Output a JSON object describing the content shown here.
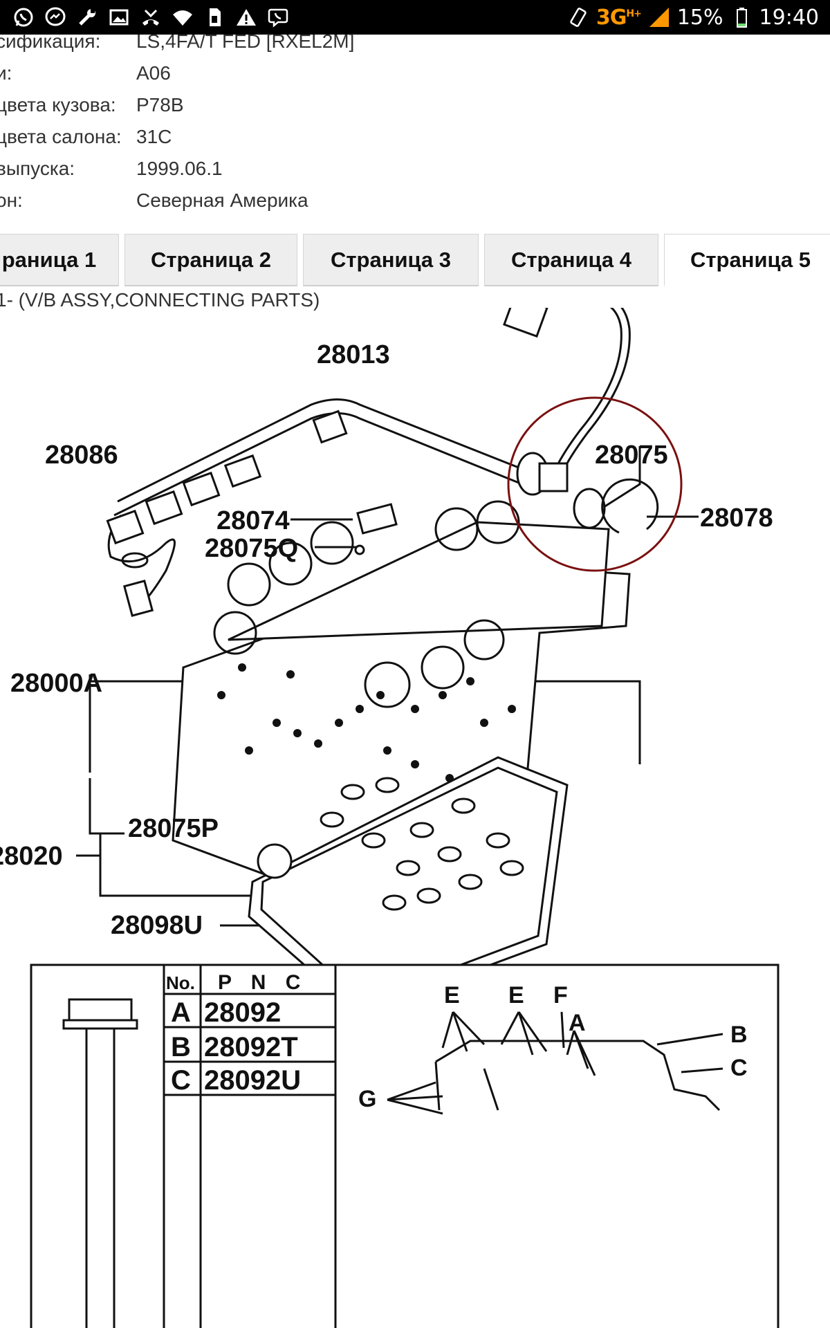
{
  "status_bar": {
    "network": "3G",
    "network_sup": "H+",
    "battery": "15%",
    "time": "19:40"
  },
  "info": [
    {
      "label": "сификация:",
      "value": "LS,4FA/T FED [RXEL2M]"
    },
    {
      "label": "и:",
      "value": "A06"
    },
    {
      "label": "цвета кузова:",
      "value": "P78B"
    },
    {
      "label": "цвета салона:",
      "value": "31C"
    },
    {
      "label": "выпуска:",
      "value": "1999.06.1"
    },
    {
      "label": "он:",
      "value": "Северная Америка"
    }
  ],
  "tabs": [
    {
      "label": "раница 1"
    },
    {
      "label": "Страница 2"
    },
    {
      "label": "Страница 3"
    },
    {
      "label": "Страница 4"
    },
    {
      "label": "Страница 5"
    }
  ],
  "caption": "1- (V/B ASSY,CONNECTING PARTS)",
  "diagram": {
    "part_labels": [
      "28013",
      "28086",
      "28075",
      "28074",
      "28075Q",
      "28078",
      "28000A",
      "28075P",
      "28020",
      "28098U"
    ],
    "table": {
      "headers": [
        "No.",
        "P N C"
      ],
      "rows": [
        {
          "no": "A",
          "pnc": "28092"
        },
        {
          "no": "B",
          "pnc": "28092T"
        },
        {
          "no": "C",
          "pnc": "28092U"
        }
      ]
    },
    "letters": [
      "E",
      "E",
      "F",
      "A",
      "B",
      "C",
      "G"
    ]
  },
  "colors": {
    "annotation_circle": "#7a1010",
    "accent_network": "#ff9800"
  }
}
